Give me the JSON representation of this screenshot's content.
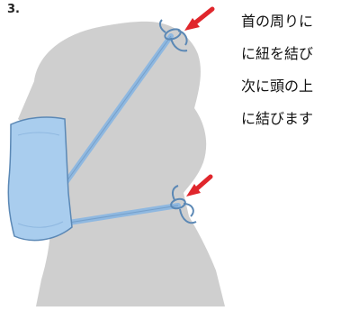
{
  "step": {
    "number": "3."
  },
  "instruction": {
    "lines": [
      "首の周りに",
      "に紐を結び",
      "次に頭の上",
      "に結びます"
    ]
  },
  "colors": {
    "silhouette": "#cfcfcf",
    "mask_fill": "#a9cdee",
    "mask_stroke": "#5b88b5",
    "strings": "#8fb8e0",
    "arrow": "#e0262c"
  },
  "icons": [
    "arrow-pointer-icon",
    "arrow-pointer-icon"
  ]
}
